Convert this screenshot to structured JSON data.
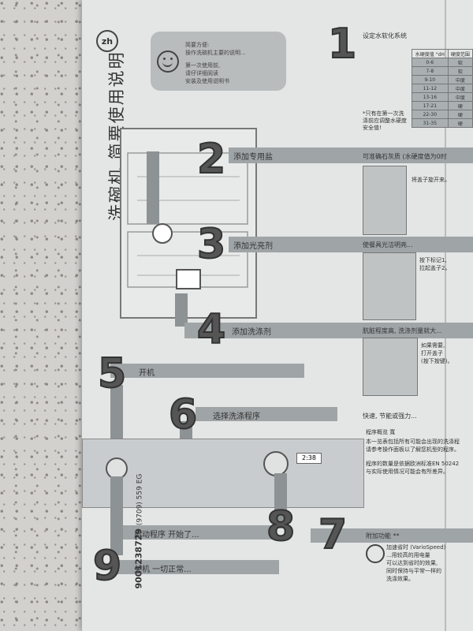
{
  "page_title": "洗碗机 简要使用说明",
  "lang_badge": "zh",
  "info_box": {
    "line1": "简要方便:",
    "line2": "操作洗碗机主要的说明...",
    "line3": "第一次使用前,",
    "line4": "请仔详细阅读",
    "line5": "安装及使用说明书"
  },
  "steps": [
    {
      "num": "1",
      "label": ""
    },
    {
      "num": "2",
      "label": "添加专用盐"
    },
    {
      "num": "3",
      "label": "添加光亮剂"
    },
    {
      "num": "4",
      "label": "添加洗涤剂"
    },
    {
      "num": "5",
      "label": "开机"
    },
    {
      "num": "6",
      "label": "选择洗涤程序"
    },
    {
      "num": "7",
      "label": ""
    },
    {
      "num": "8",
      "label": "启动程序 开始了..."
    },
    {
      "num": "9",
      "label": "关机 一切正常..."
    }
  ],
  "doc_code": "9001238729",
  "doc_code_sub": "(9709) 559 EG",
  "right_column": {
    "header1": "设定水软化系统",
    "table_head": [
      "水硬度值 °dH",
      "硬度范围"
    ],
    "table_rows": [
      [
        "0-6",
        "软"
      ],
      [
        "7-8",
        "软"
      ],
      [
        "9-10",
        "中度"
      ],
      [
        "11-12",
        "中度"
      ],
      [
        "13-16",
        "中度"
      ],
      [
        "17-21",
        "硬"
      ],
      [
        "22-30",
        "硬"
      ],
      [
        "31-35",
        "硬"
      ]
    ],
    "note1": "*只有在第一次洗涤前应调整水硬度安全值!",
    "header2": "可准确石灰质 (水硬度值为0时",
    "salt_note": "将盖子旋开来。",
    "header3": "使餐具光洁明亮...",
    "rinse_note1": "按下标记1,",
    "rinse_note2": "拉起盖子2。",
    "header4": "肮脏程度高, 洗涤剂量就大...",
    "det_note1": "如果需要,",
    "det_note2": "打开盖子",
    "det_note3": "(按下按键)。",
    "header5": "快速, 节能或强力...",
    "prog_title": "程序概览 寬",
    "prog_text1": "本一览表包括所有可能会出现的洗涤程",
    "prog_text2": "请参考操作面板以了解您机型的程序。",
    "prog_text3": "程序的数量是依据欧洲标准EN 50242",
    "prog_text4": "与实际使用情况可能会有所差异。",
    "header6": "附加功能 **",
    "extra1": "加速省时 (VarioSpeed)",
    "extra2": "...用较高的用电量",
    "extra3": "可以达到省时的效果,",
    "extra4": "同时保持与平常一样的",
    "extra5": "洗涤效果。"
  },
  "display_text": "2:38"
}
